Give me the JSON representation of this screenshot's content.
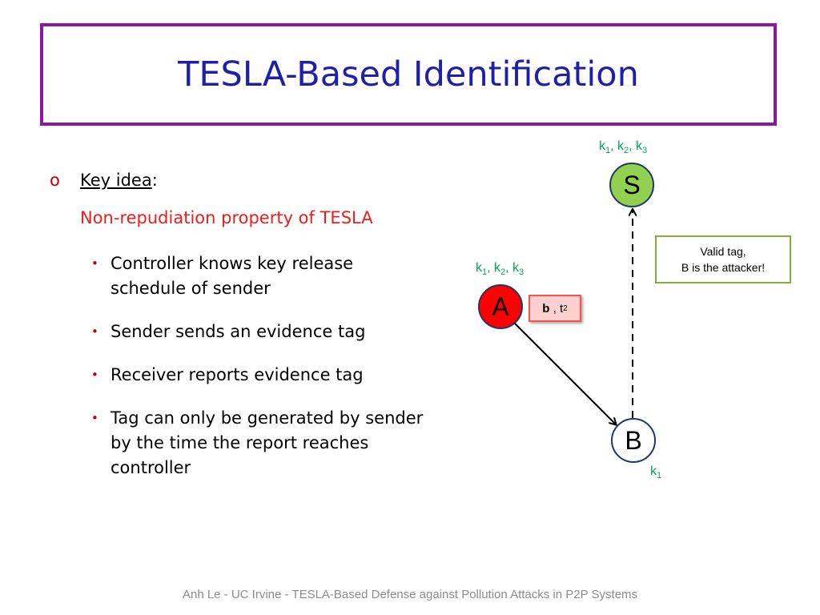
{
  "slide": {
    "title": "TESLA-Based Identification",
    "key_idea": {
      "marker": "o",
      "label": "Key idea",
      "colon": ":"
    },
    "subline": "Non-repudiation property of TESLA",
    "bullets": [
      "Controller knows key release schedule of sender",
      "Sender sends an evidence tag",
      "Receiver reports evidence tag",
      "Tag can only be generated by sender by the time the report reaches controller"
    ],
    "bullet_marker": "•"
  },
  "diagram": {
    "nodes": {
      "s": {
        "label": "S"
      },
      "a": {
        "label": "A"
      },
      "b": {
        "label": "B"
      }
    },
    "key_labels": {
      "s": {
        "k": "k",
        "i1": "1",
        "i2": "2",
        "i3": "3",
        "sep": ", "
      },
      "a": {
        "k": "k",
        "i1": "1",
        "i2": "2",
        "i3": "3",
        "sep": ", "
      },
      "b": {
        "k": "k",
        "i1": "1"
      }
    },
    "evidence_tag": {
      "bold": "b",
      "sep": " , ",
      "t": "t",
      "exp": "2"
    },
    "valid_box": {
      "line1": "Valid tag,",
      "line2": "B is the attacker!"
    },
    "colors": {
      "s_fill": "#92d050",
      "a_fill": "#ff0000",
      "key_text": "#00a651",
      "title_text": "#1f1fa8",
      "title_border": "#8a1a9b",
      "subline_text": "#ee1c1c"
    }
  },
  "footer": "Anh Le - UC Irvine - TESLA-Based Defense against Pollution Attacks in P2P Systems"
}
